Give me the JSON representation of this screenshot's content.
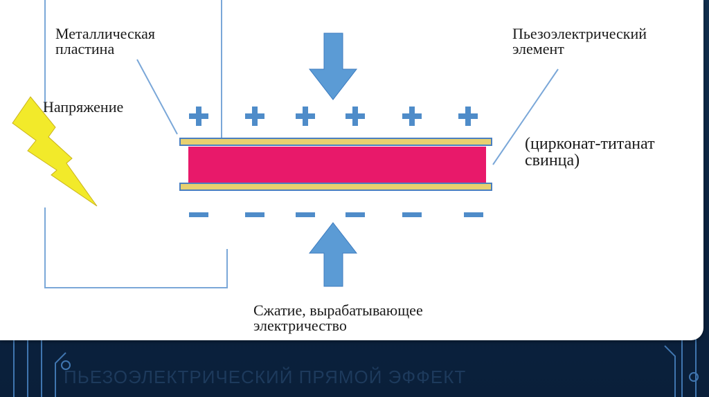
{
  "diagram": {
    "labels": {
      "metal_plate_line1": "Металлическая",
      "metal_plate_line2": "пластина",
      "voltage": "Напряжение",
      "piezo_element_line1": "Пьезоэлектрический",
      "piezo_element_line2": "элемент",
      "material_line1": "(цирконат-титанат",
      "material_line2": "свинца)",
      "compression_line1": "Сжатие, вырабатывающее",
      "compression_line2": "электричество"
    },
    "charges": {
      "positive_symbol": "+",
      "negative_symbol": "−",
      "positive_count": 6,
      "negative_count": 6
    },
    "colors": {
      "plate": "#e8d070",
      "plate_edge": "#4a7fc0",
      "piezo_body": "#e8196a",
      "arrow": "#5b9bd5",
      "charge": "#4f8cc9",
      "lightning": "#f2ea2a",
      "wire": "#7aa7d8"
    }
  },
  "slide": {
    "title": "ПЬЕЗОЭЛЕКТРИЧЕСКИЙ ПРЯМОЙ ЭФФЕКТ"
  }
}
